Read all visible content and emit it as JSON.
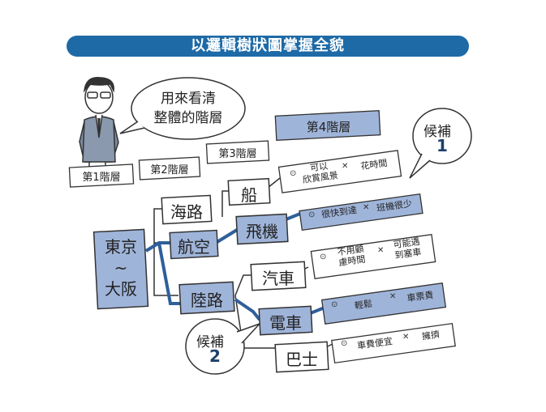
{
  "title": "以邏輯樹狀圖掌握全貌",
  "speech_bubble": {
    "line1": "用來看清",
    "line2": "整體的階層"
  },
  "levels": [
    "第1階層",
    "第2階層",
    "第3階層",
    "第4階層"
  ],
  "root": {
    "line1": "東京",
    "line2": "~",
    "line3": "大阪"
  },
  "level2": [
    "海路",
    "航空",
    "陸路"
  ],
  "level3": [
    "船",
    "飛機",
    "汽車",
    "電車",
    "巴士"
  ],
  "leaves": {
    "ship_pro": {
      "line1": "可以",
      "line2": "欣賞風景"
    },
    "ship_con": "花時間",
    "plane_pro": "很快到達",
    "plane_con": "班機很少",
    "car_pro": {
      "line1": "不用顧",
      "line2": "慮時間"
    },
    "car_con": {
      "line1": "可能遇",
      "line2": "到塞車"
    },
    "train_pro": "輕鬆",
    "train_con": "車票貴",
    "bus_pro": "車費便宜",
    "bus_con": "擁擠"
  },
  "candidates": {
    "c1": "候補",
    "c1_num": "1",
    "c2": "候補",
    "c2_num": "2"
  },
  "colors": {
    "banner": "#1e6aa6",
    "highlight": "#9fb4d9",
    "path": "#2f5f9a"
  }
}
